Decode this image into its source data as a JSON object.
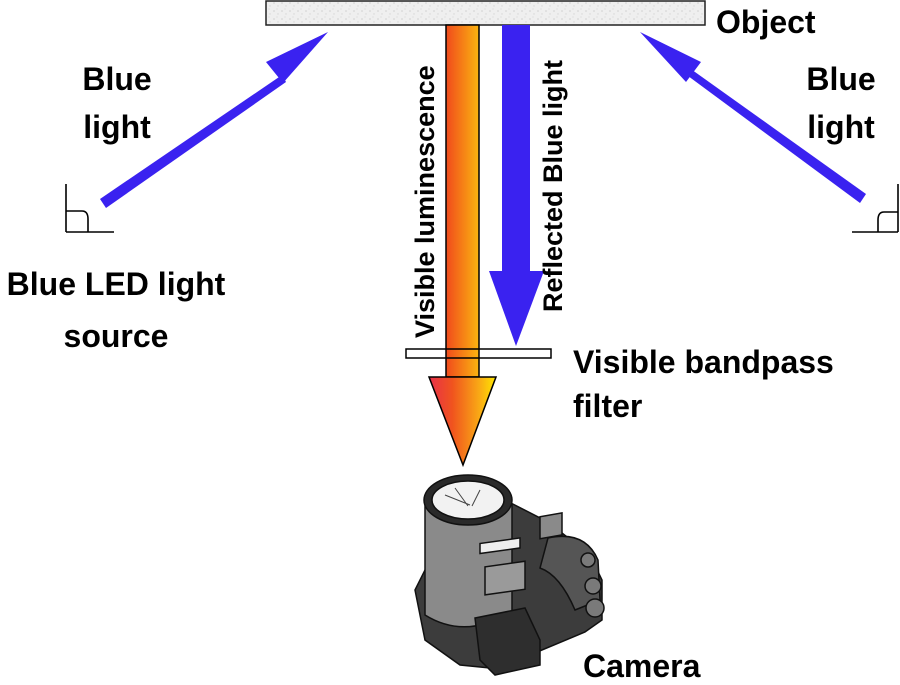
{
  "labels": {
    "object": "Object",
    "blue_light_left": [
      "Blue",
      "light"
    ],
    "blue_light_right": [
      "Blue",
      "light"
    ],
    "led_source": [
      "Blue LED light",
      "source"
    ],
    "visible_luminescence": "Visible luminescence",
    "reflected_blue_light": "Reflected Blue light",
    "bandpass_filter": [
      "Visible bandpass",
      "filter"
    ],
    "camera": "Camera"
  },
  "colors": {
    "blue_arrow": "#3a22f0",
    "luminescence_gradient": [
      "#e8304a",
      "#f58a1a",
      "#ffe600"
    ],
    "object_fill": "#ececec",
    "camera_body": "#3a3a3a",
    "camera_lens": "#8a8a8a"
  }
}
